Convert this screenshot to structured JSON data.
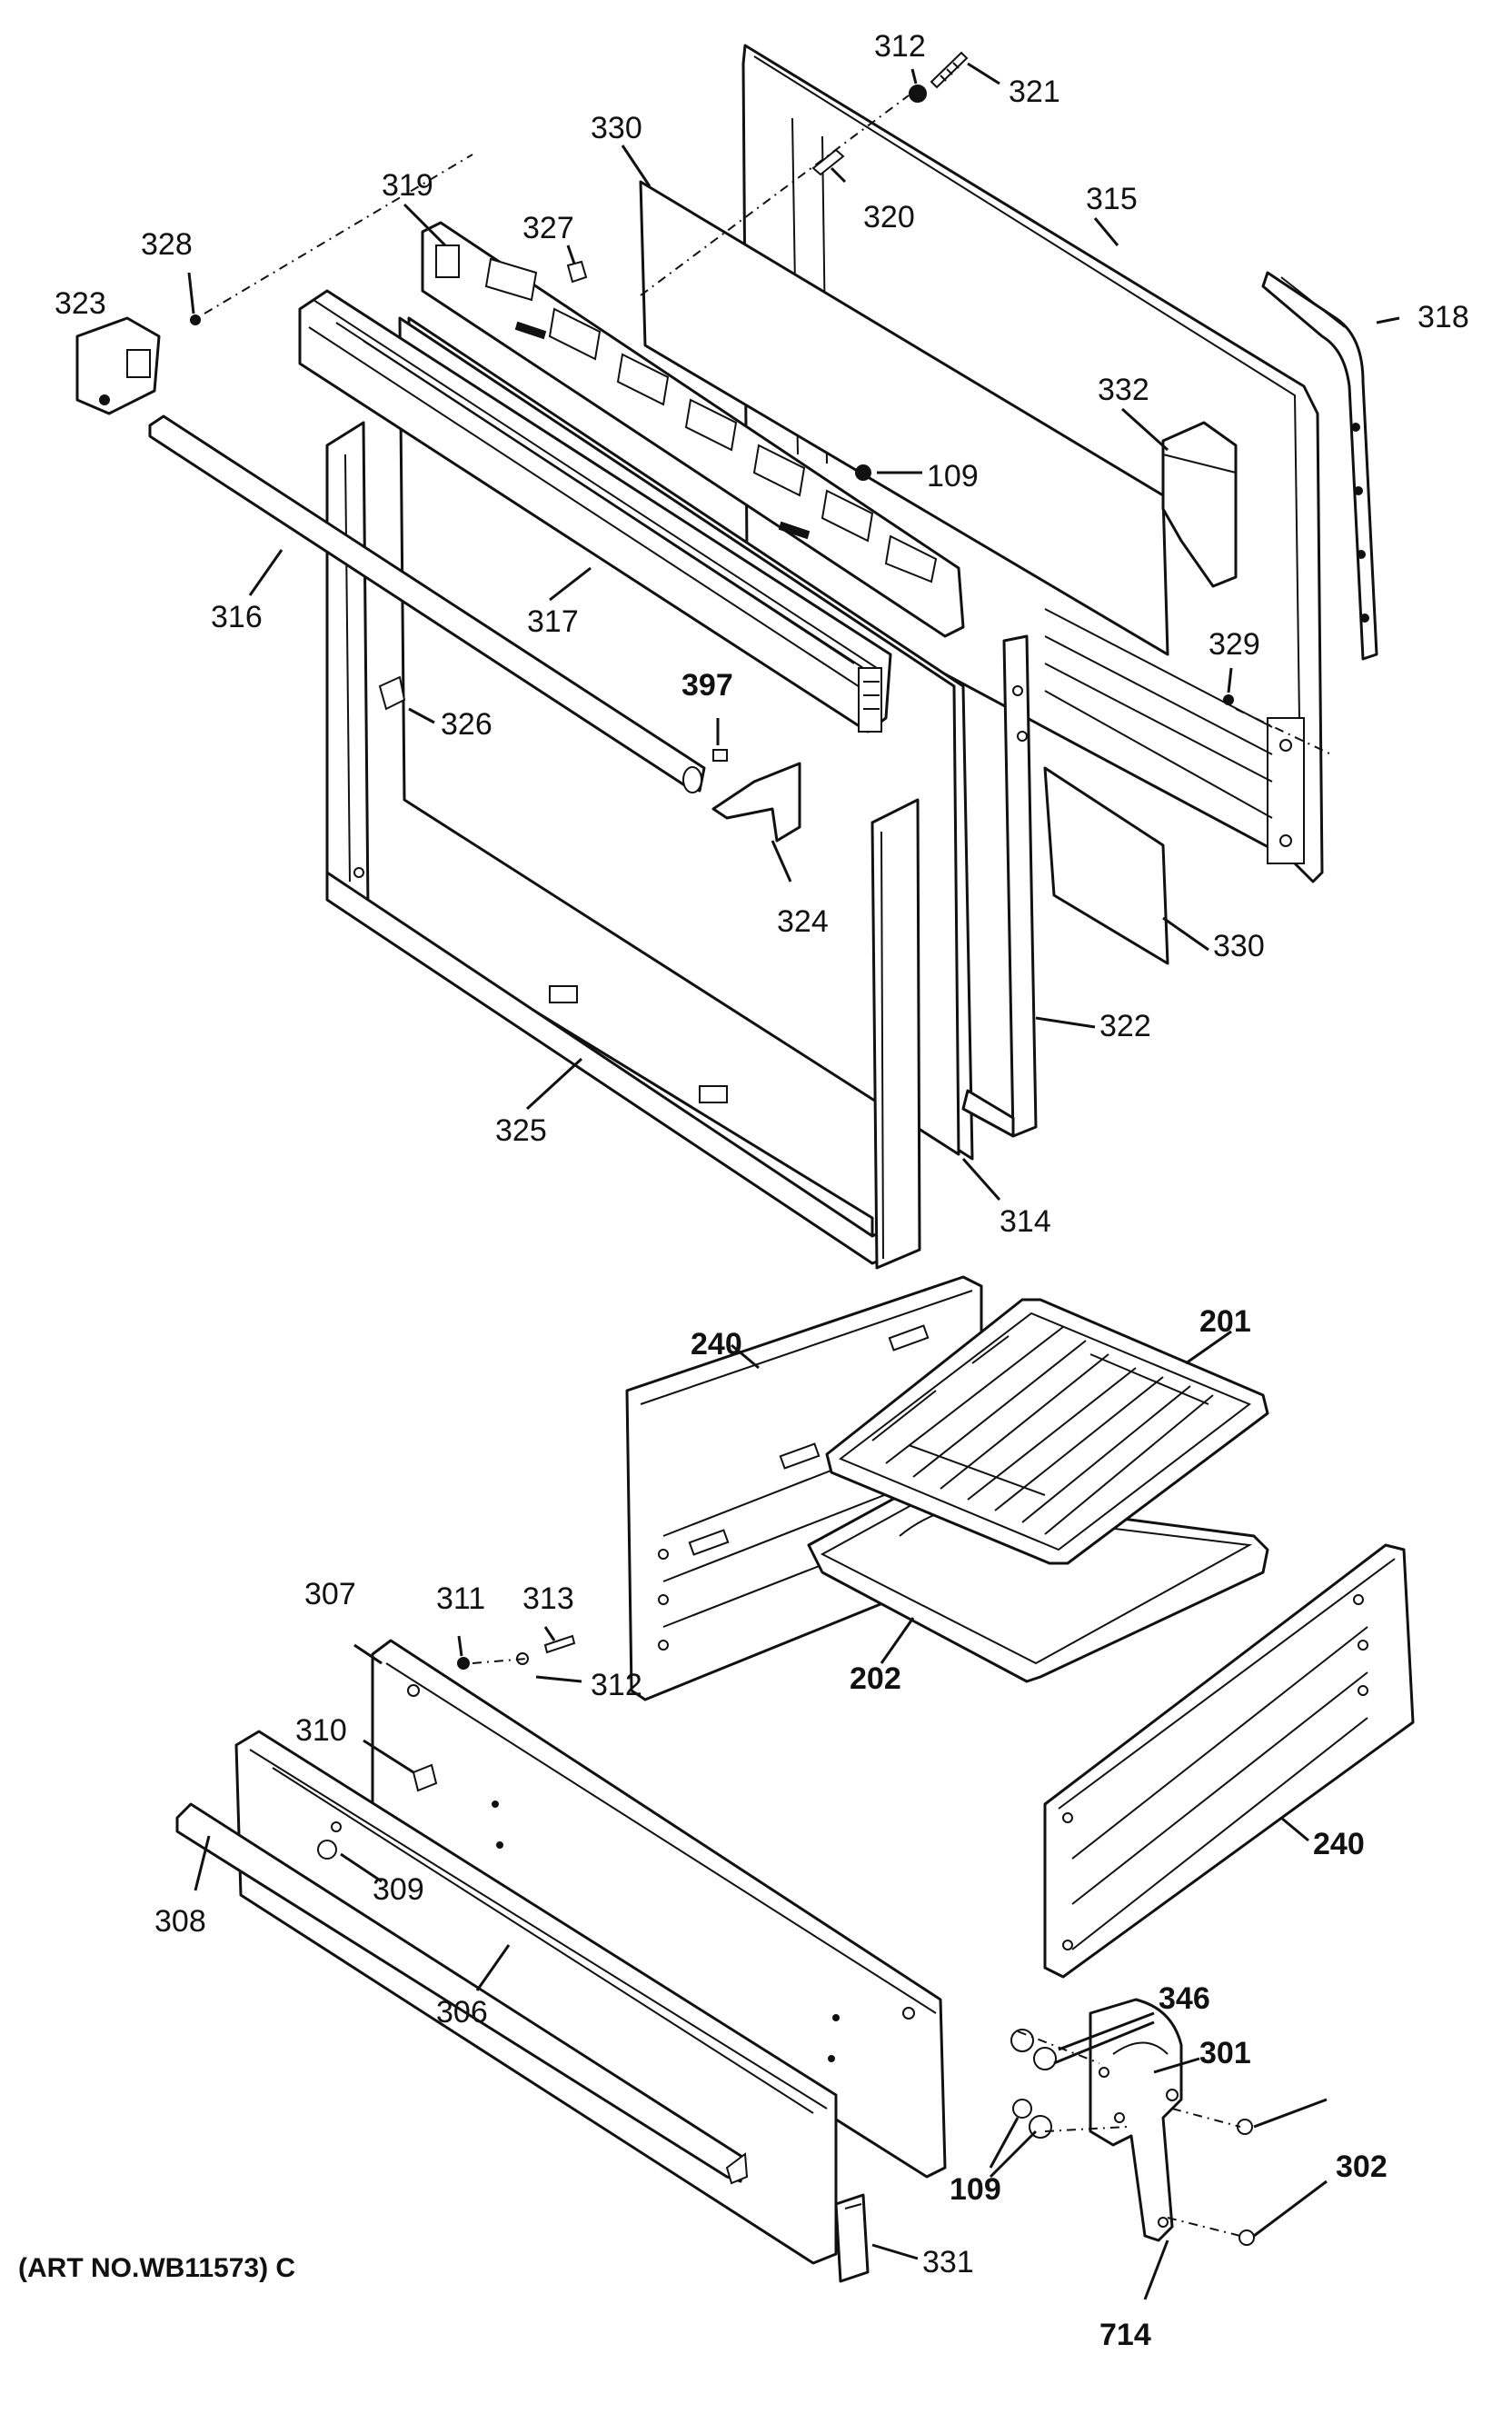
{
  "diagram": {
    "labels": {
      "l312a": "312",
      "l321": "321",
      "l330a": "330",
      "l319": "319",
      "l320": "320",
      "l315": "315",
      "l327": "327",
      "l328": "328",
      "l323": "323",
      "l318": "318",
      "l332": "332",
      "l109a": "109",
      "l316": "316",
      "l317": "317",
      "l329": "329",
      "l397": "397",
      "l326": "326",
      "l324": "324",
      "l330b": "330",
      "l322": "322",
      "l325": "325",
      "l314": "314",
      "l240a": "240",
      "l201": "201",
      "l202": "202",
      "l240b": "240",
      "l307": "307",
      "l311": "311",
      "l313": "313",
      "l312b": "312",
      "l310": "310",
      "l309": "309",
      "l308": "308",
      "l306": "306",
      "l346": "346",
      "l301": "301",
      "l109b": "109",
      "l302": "302",
      "l331": "331",
      "l714": "714"
    },
    "art_number": "(ART NO.WB11573) C"
  }
}
